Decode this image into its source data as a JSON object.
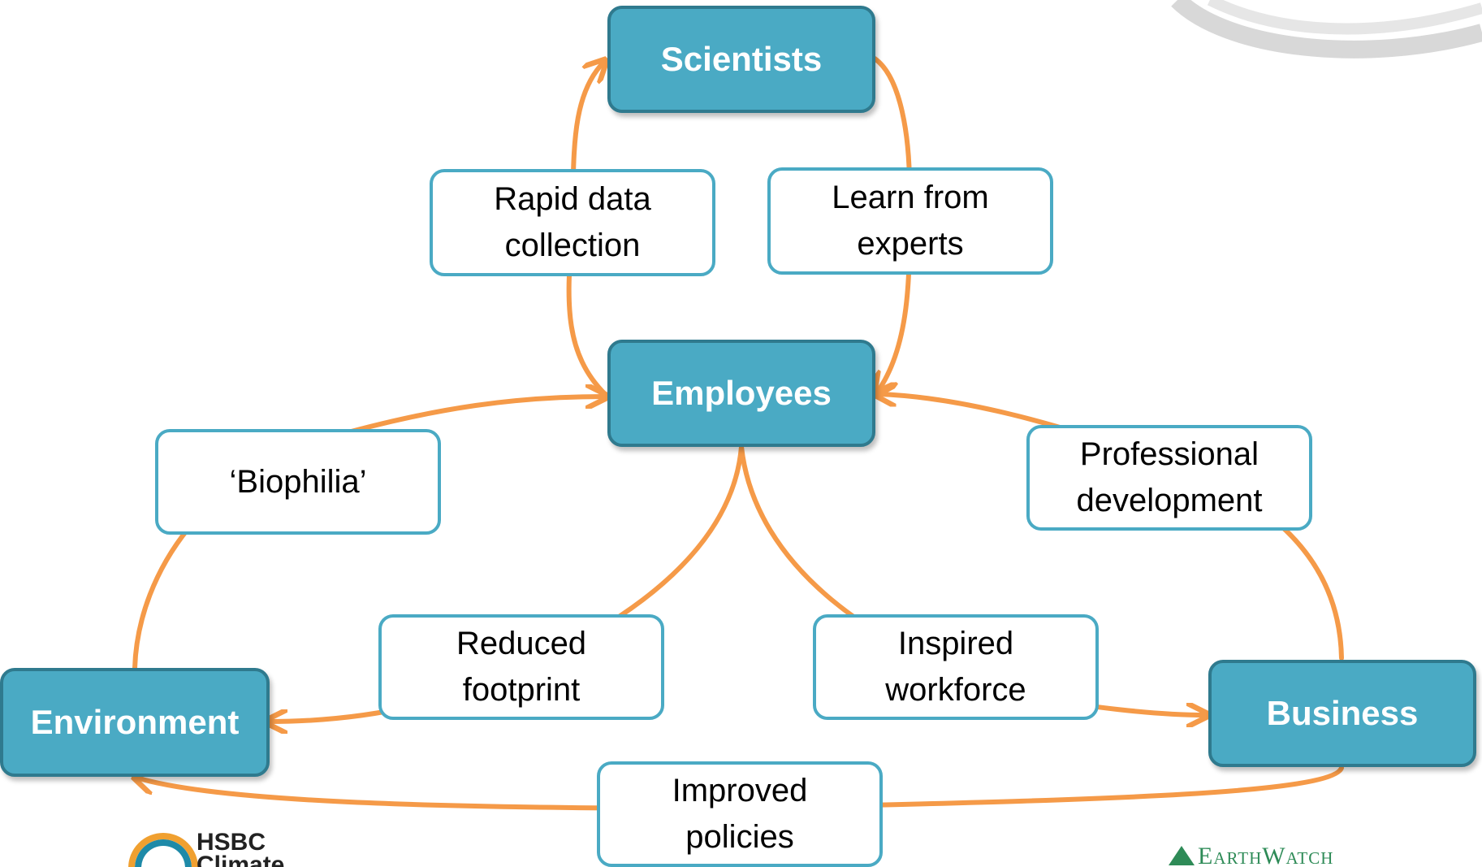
{
  "nodes": {
    "scientists": "Scientists",
    "employees": "Employees",
    "environment": "Environment",
    "business": "Business"
  },
  "labels": {
    "rapid_data": "Rapid data\ncollection",
    "learn_experts": "Learn from\nexperts",
    "biophilia": "‘Biophilia’",
    "professional": "Professional\ndevelopment",
    "reduced": "Reduced\nfootprint",
    "inspired": "Inspired\nworkforce",
    "policies": "Improved\npolicies"
  },
  "logos": {
    "hsbc": "HSBC\nClimate",
    "earthwatch": "EarthWatch"
  },
  "colors": {
    "node_fill": "#4aaac4",
    "node_border": "#2f7a8e",
    "label_border": "#4aaac4",
    "arrow": "#f59a48"
  },
  "edges": [
    {
      "from": "Employees",
      "to": "Scientists",
      "via": "Rapid data collection"
    },
    {
      "from": "Scientists",
      "to": "Employees",
      "via": "Learn from experts"
    },
    {
      "from": "Environment",
      "to": "Employees",
      "via": "‘Biophilia’"
    },
    {
      "from": "Business",
      "to": "Employees",
      "via": "Professional development"
    },
    {
      "from": "Employees",
      "to": "Environment",
      "via": "Reduced footprint"
    },
    {
      "from": "Employees",
      "to": "Business",
      "via": "Inspired workforce"
    },
    {
      "from": "Business",
      "to": "Environment",
      "via": "Improved policies"
    }
  ]
}
